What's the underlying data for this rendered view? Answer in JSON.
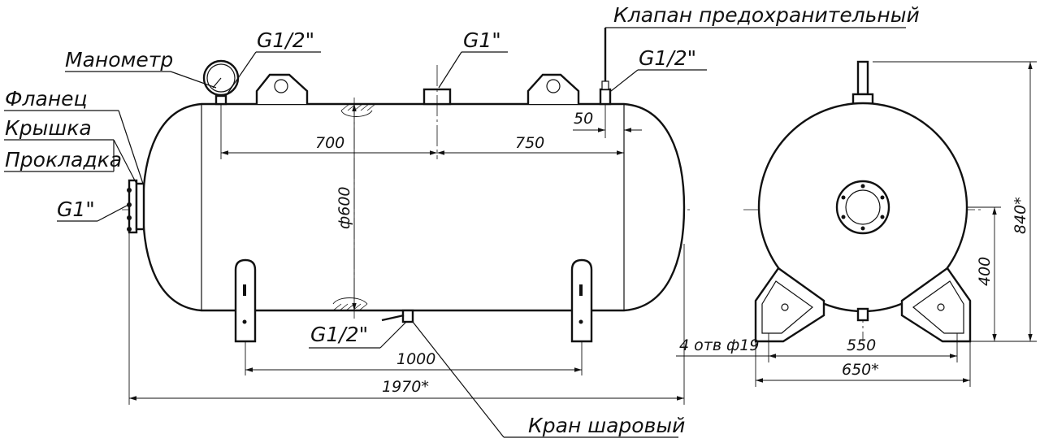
{
  "labels": {
    "manometer": "Манометр",
    "flange": "Фланец",
    "cover": "Крышка",
    "gasket": "Прокладка",
    "port_side": "G1\"",
    "port_top_left": "G1/2\"",
    "port_top_center": "G1\"",
    "safety_valve": "Клапан предохранительный",
    "port_top_right": "G1/2\"",
    "port_bottom": "G1/2\"",
    "ball_valve": "Кран шаровый"
  },
  "dimensions": {
    "d700": "700",
    "d750": "750",
    "d50": "50",
    "d600": "ф600",
    "d1000": "1000",
    "d1970": "1970*",
    "d840": "840*",
    "d400": "400",
    "d550": "550",
    "d650": "650*",
    "holes": "4 отв ф19"
  }
}
